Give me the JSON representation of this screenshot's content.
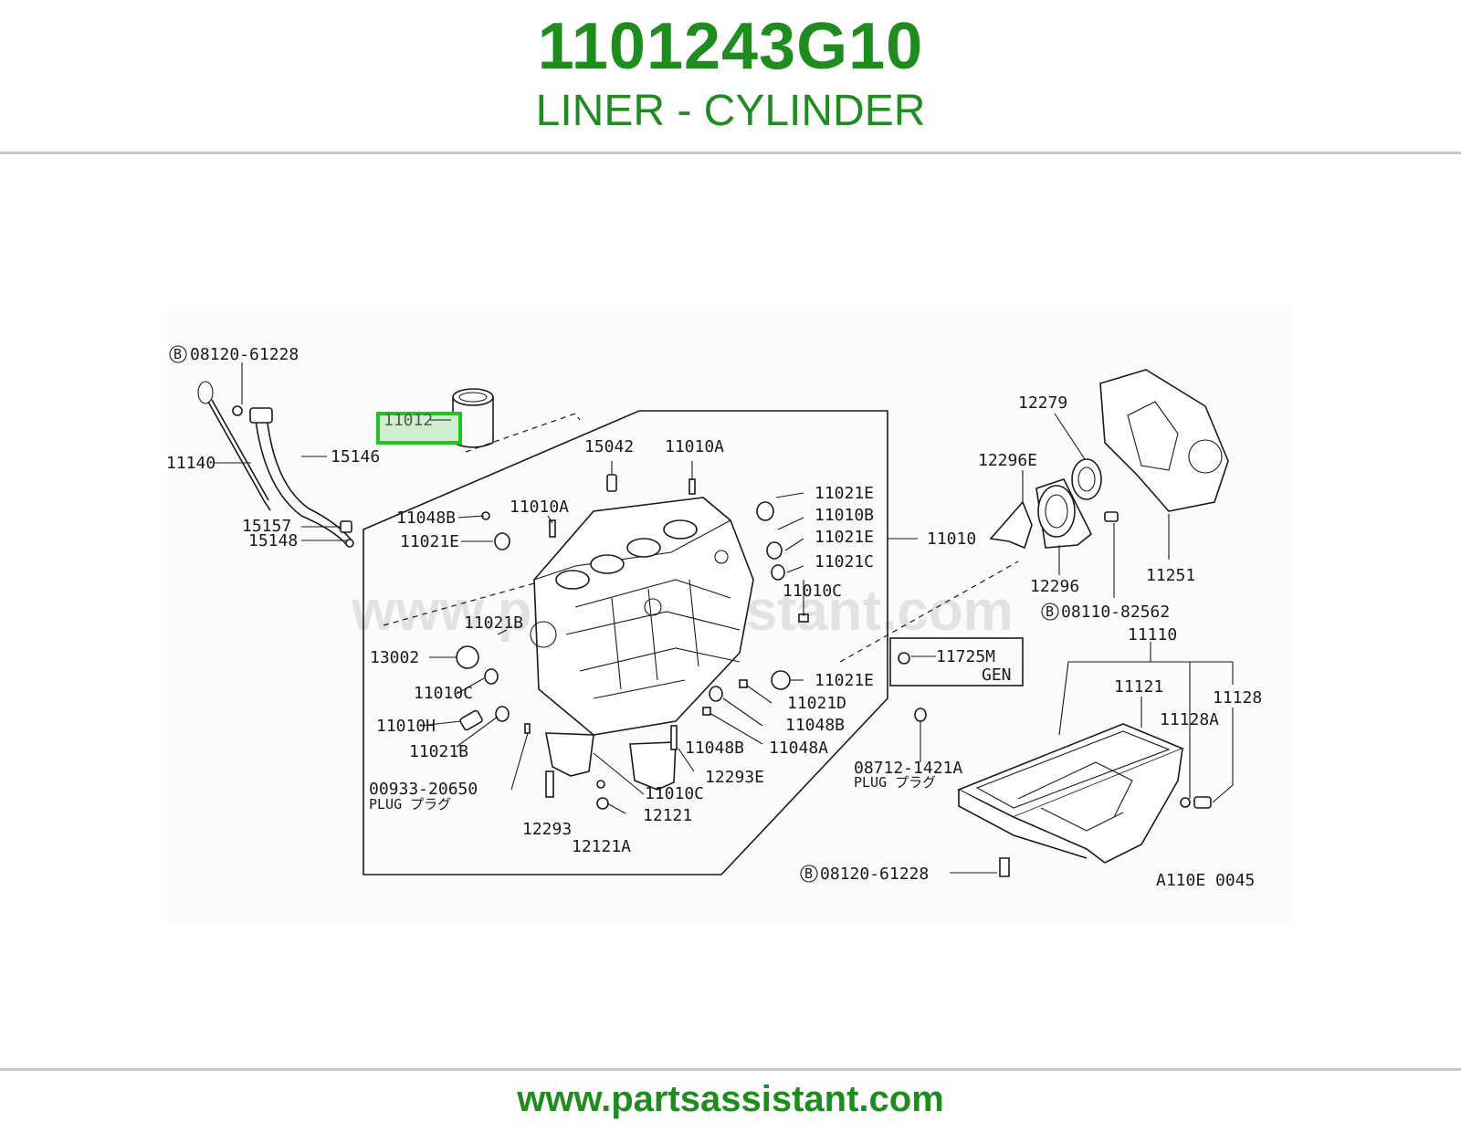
{
  "header": {
    "part_number": "1101243G10",
    "part_name": "LINER - CYLINDER"
  },
  "footer": {
    "url": "www.partsassistant.com"
  },
  "diagram": {
    "watermark": "www.partsassistant.com",
    "highlight_color": "#22c422",
    "brand_color": "#1e8c1e",
    "highlighted_label": "11012",
    "diagram_code": "A110E 0045",
    "callouts": {
      "b08120_61228_top": "08120-61228",
      "p11140": "11140",
      "p15146": "15146",
      "p15157": "15157",
      "p15148": "15148",
      "p15042": "15042",
      "p11010A_top": "11010A",
      "p11010A_left": "11010A",
      "p11048B_left": "11048B",
      "p11021E_left": "11021E",
      "p11021E_r1": "11021E",
      "p11010B": "11010B",
      "p11021E_r2": "11021E",
      "p11021C": "11021C",
      "p11010C_r": "11010C",
      "p11010": "11010",
      "p11021B_top": "11021B",
      "p13002": "13002",
      "p11010C_l": "11010C",
      "p11010H": "11010H",
      "p11021B_bot": "11021B",
      "plug_00933": "00933-20650",
      "plug_word": "PLUG プラグ",
      "p12293": "12293",
      "p12121A": "12121A",
      "p12121": "12121",
      "p11010C_bot": "11010C",
      "p12293E": "12293E",
      "p11048B_bot": "11048B",
      "p11048A": "11048A",
      "p11048B_mid": "11048B",
      "p11021D": "11021D",
      "p11021E_r3": "11021E",
      "plug_08712": "08712-1421A",
      "plug_word_2": "PLUG プラグ",
      "p11725M": "11725M",
      "gen": "GEN",
      "p12279": "12279",
      "p12296E": "12296E",
      "p12296": "12296",
      "p11251": "11251",
      "b08110_82562": "08110-82562",
      "p11110": "11110",
      "p11121": "11121",
      "p11128A": "11128A",
      "p11128": "11128",
      "b08120_61228_bot": "08120-61228",
      "b_marker": "B"
    }
  }
}
